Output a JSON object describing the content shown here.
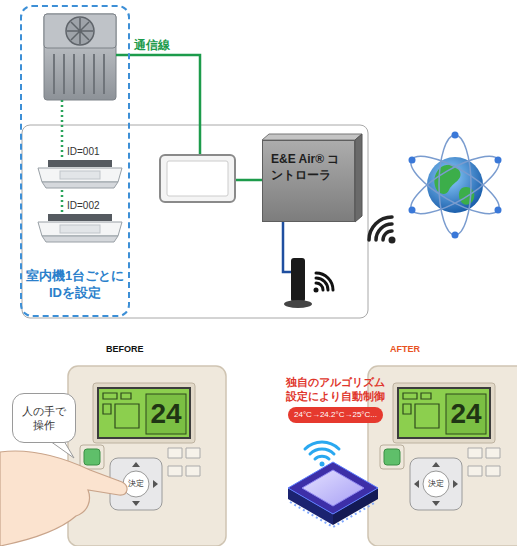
{
  "diagram": {
    "nodes": [
      {
        "text": [
          "室内機1台ごとにIDを設定"
        ]
      },
      {
        "text": [
          "ID=001"
        ],
        "in": 0
      },
      {
        "text": [
          "ID=002"
        ],
        "in": 0
      },
      {
        "text": [
          "E&E Air® コントローラ"
        ]
      },
      {
        "text": [
          "人の手で操作"
        ]
      },
      {
        "text": [
          "独自のアルゴリズム設定により自動制御",
          "24°C→24.2°C→25°C..."
        ]
      }
    ],
    "edges": [
      {
        "from": 1,
        "to": 2,
        "arrow": "none"
      }
    ],
    "labels": [
      "通信線",
      "BEFORE",
      "AFTER",
      "24",
      "決定",
      "24",
      "決定"
    ]
  }
}
